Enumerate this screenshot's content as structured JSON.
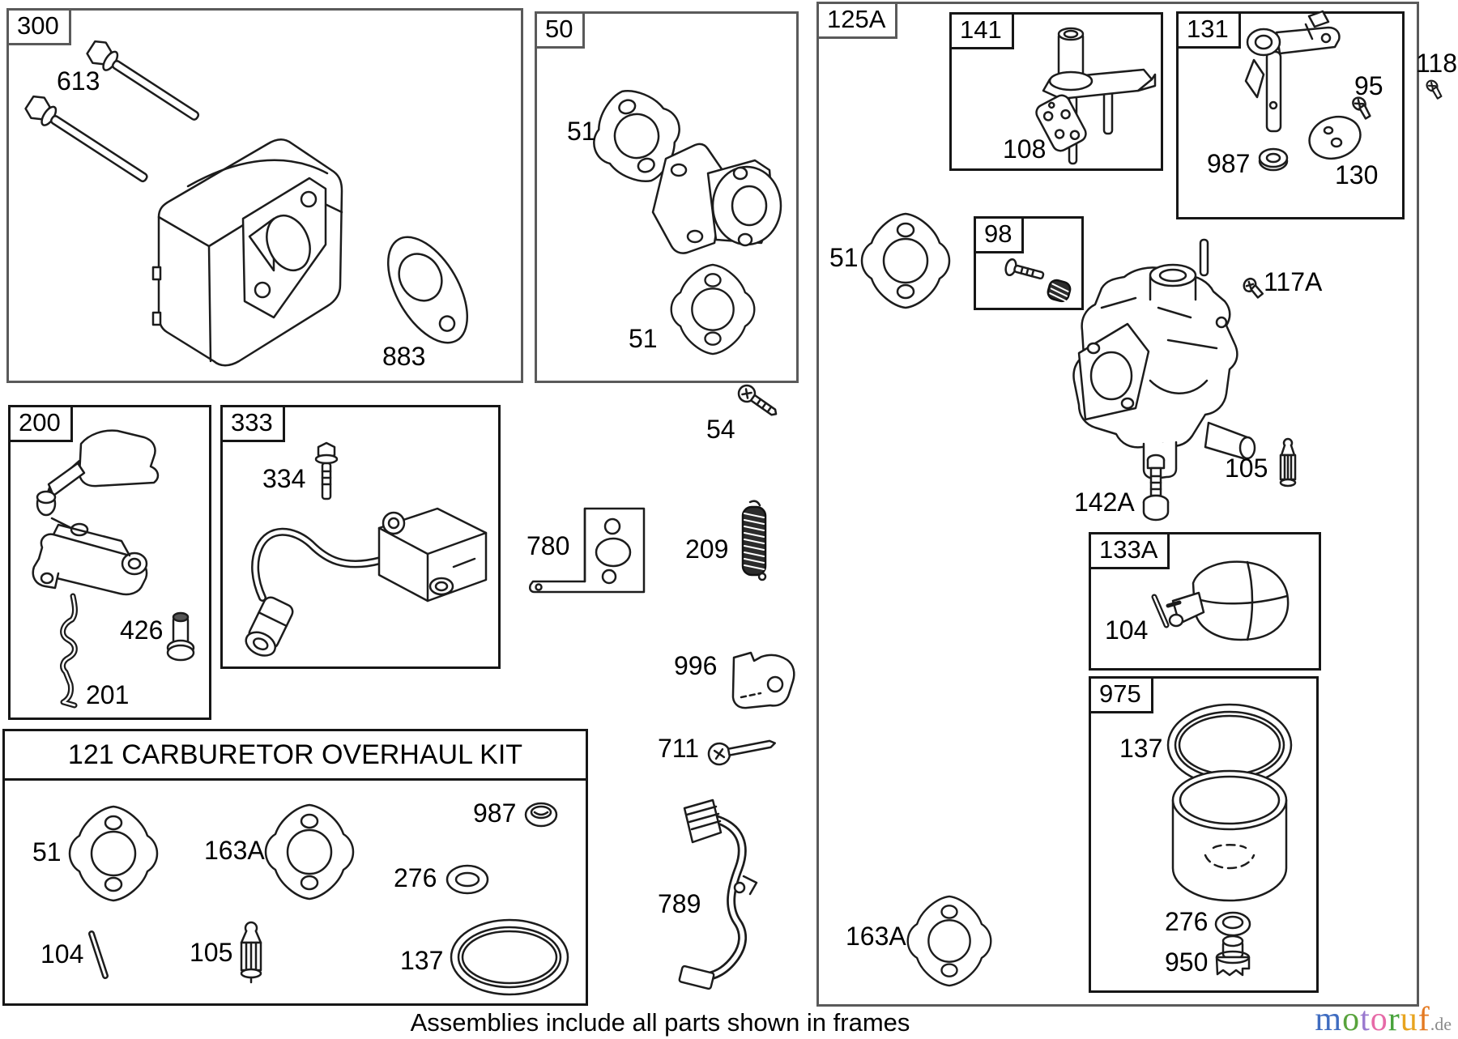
{
  "frames": {
    "f300": "300",
    "f50": "50",
    "f125a": "125A",
    "f141": "141",
    "f131": "131",
    "f98": "98",
    "f200": "200",
    "f333": "333",
    "f133a": "133A",
    "f975": "975",
    "kit": "121 CARBURETOR OVERHAUL KIT"
  },
  "callouts": {
    "c613": "613",
    "c883": "883",
    "c51_50top": "51",
    "c51_50bot": "51",
    "c54": "54",
    "c51_125a": "51",
    "c108": "108",
    "c95": "95",
    "c987_131": "987",
    "c130": "130",
    "c118": "118",
    "c117a": "117A",
    "c105_125a": "105",
    "c142a": "142A",
    "c104_133a": "104",
    "c137_975": "137",
    "c276_975": "276",
    "c950": "950",
    "c163a_125a": "163A",
    "c426": "426",
    "c201": "201",
    "c334": "334",
    "c780": "780",
    "c209": "209",
    "c996": "996",
    "c711": "711",
    "c789": "789",
    "c987_kit": "987",
    "c276_kit": "276",
    "c137_kit": "137",
    "c51_kit": "51",
    "c163a_kit": "163A",
    "c104_kit": "104",
    "c105_kit": "105"
  },
  "caption": "Assemblies include all parts shown in frames",
  "logo": {
    "letters": [
      {
        "ch": "m",
        "style": "color:#3f6cc0"
      },
      {
        "ch": "o",
        "style": "color:#58a33c"
      },
      {
        "ch": "t",
        "style": "color:#9a79cf"
      },
      {
        "ch": "o",
        "style": "color:#e66aa7"
      },
      {
        "ch": "r",
        "style": "color:#47a23b"
      },
      {
        "ch": "u",
        "style": "color:#e8a41f"
      },
      {
        "ch": "f",
        "style": "color:#e47a22"
      }
    ],
    "suffix": ".de"
  }
}
